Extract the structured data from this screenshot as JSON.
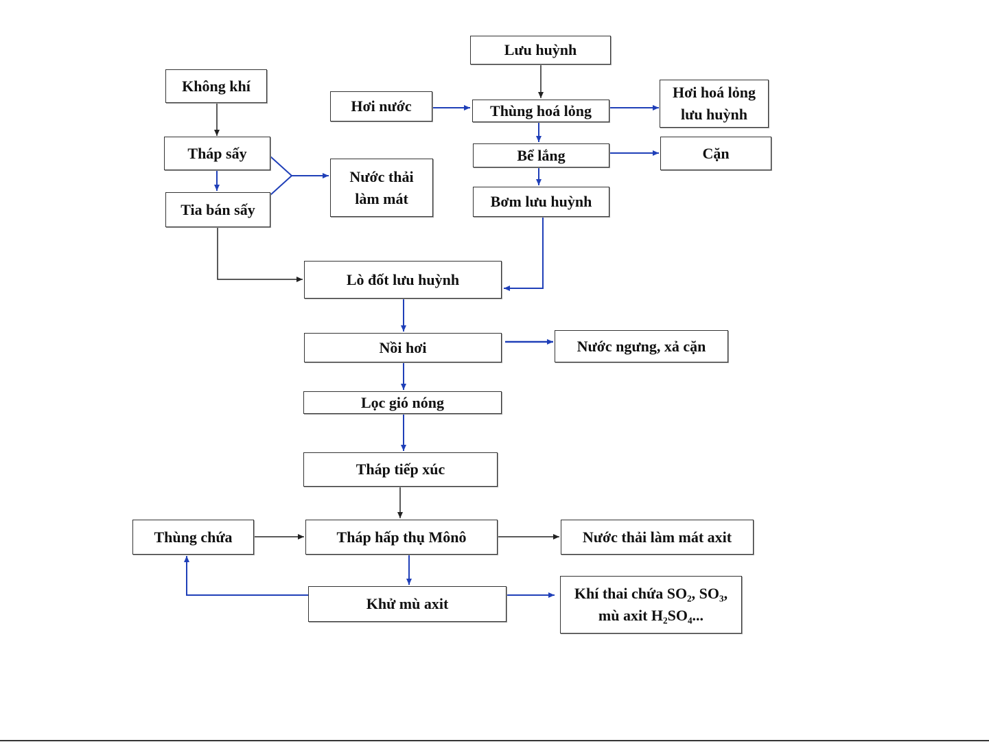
{
  "diagram": {
    "nodes": {
      "luu_huynh": "Lưu huỳnh",
      "khong_khi": "Không khí",
      "hoi_nuoc": "Hơi nước",
      "thung_hoa_long": "Thùng hoá lỏng",
      "hoi_hoa_long": "Hơi hoá lỏng\nlưu huỳnh",
      "thap_say": "Tháp sấy",
      "be_lang": "Bể lắng",
      "can": "Cặn",
      "nuoc_thai_lam_mat": "Nước thải\nlàm mát",
      "bom_luu_huynh": "Bơm lưu huỳnh",
      "tia_ban_say": "Tia bán sấy",
      "lo_dot": "Lò đốt lưu huỳnh",
      "noi_hoi": "Nồi hơi",
      "nuoc_ngung": "Nước ngưng, xả cặn",
      "loc_gio_nong": "Lọc gió nóng",
      "thap_tiep_xuc": "Tháp tiếp xúc",
      "thung_chua": "Thùng chứa",
      "thap_hap_thu": "Tháp hấp thụ Mônô",
      "nuoc_thai_axit": "Nước thải làm mát axit",
      "khu_mu_axit": "Khử mù axit",
      "khi_thai": "Khí thai chứa SO₂, SO₃,\nmù axit H₂SO₄..."
    },
    "colors": {
      "blue_arrow": "#1f3fb8",
      "black_arrow": "#222222",
      "border": "#333333"
    }
  }
}
